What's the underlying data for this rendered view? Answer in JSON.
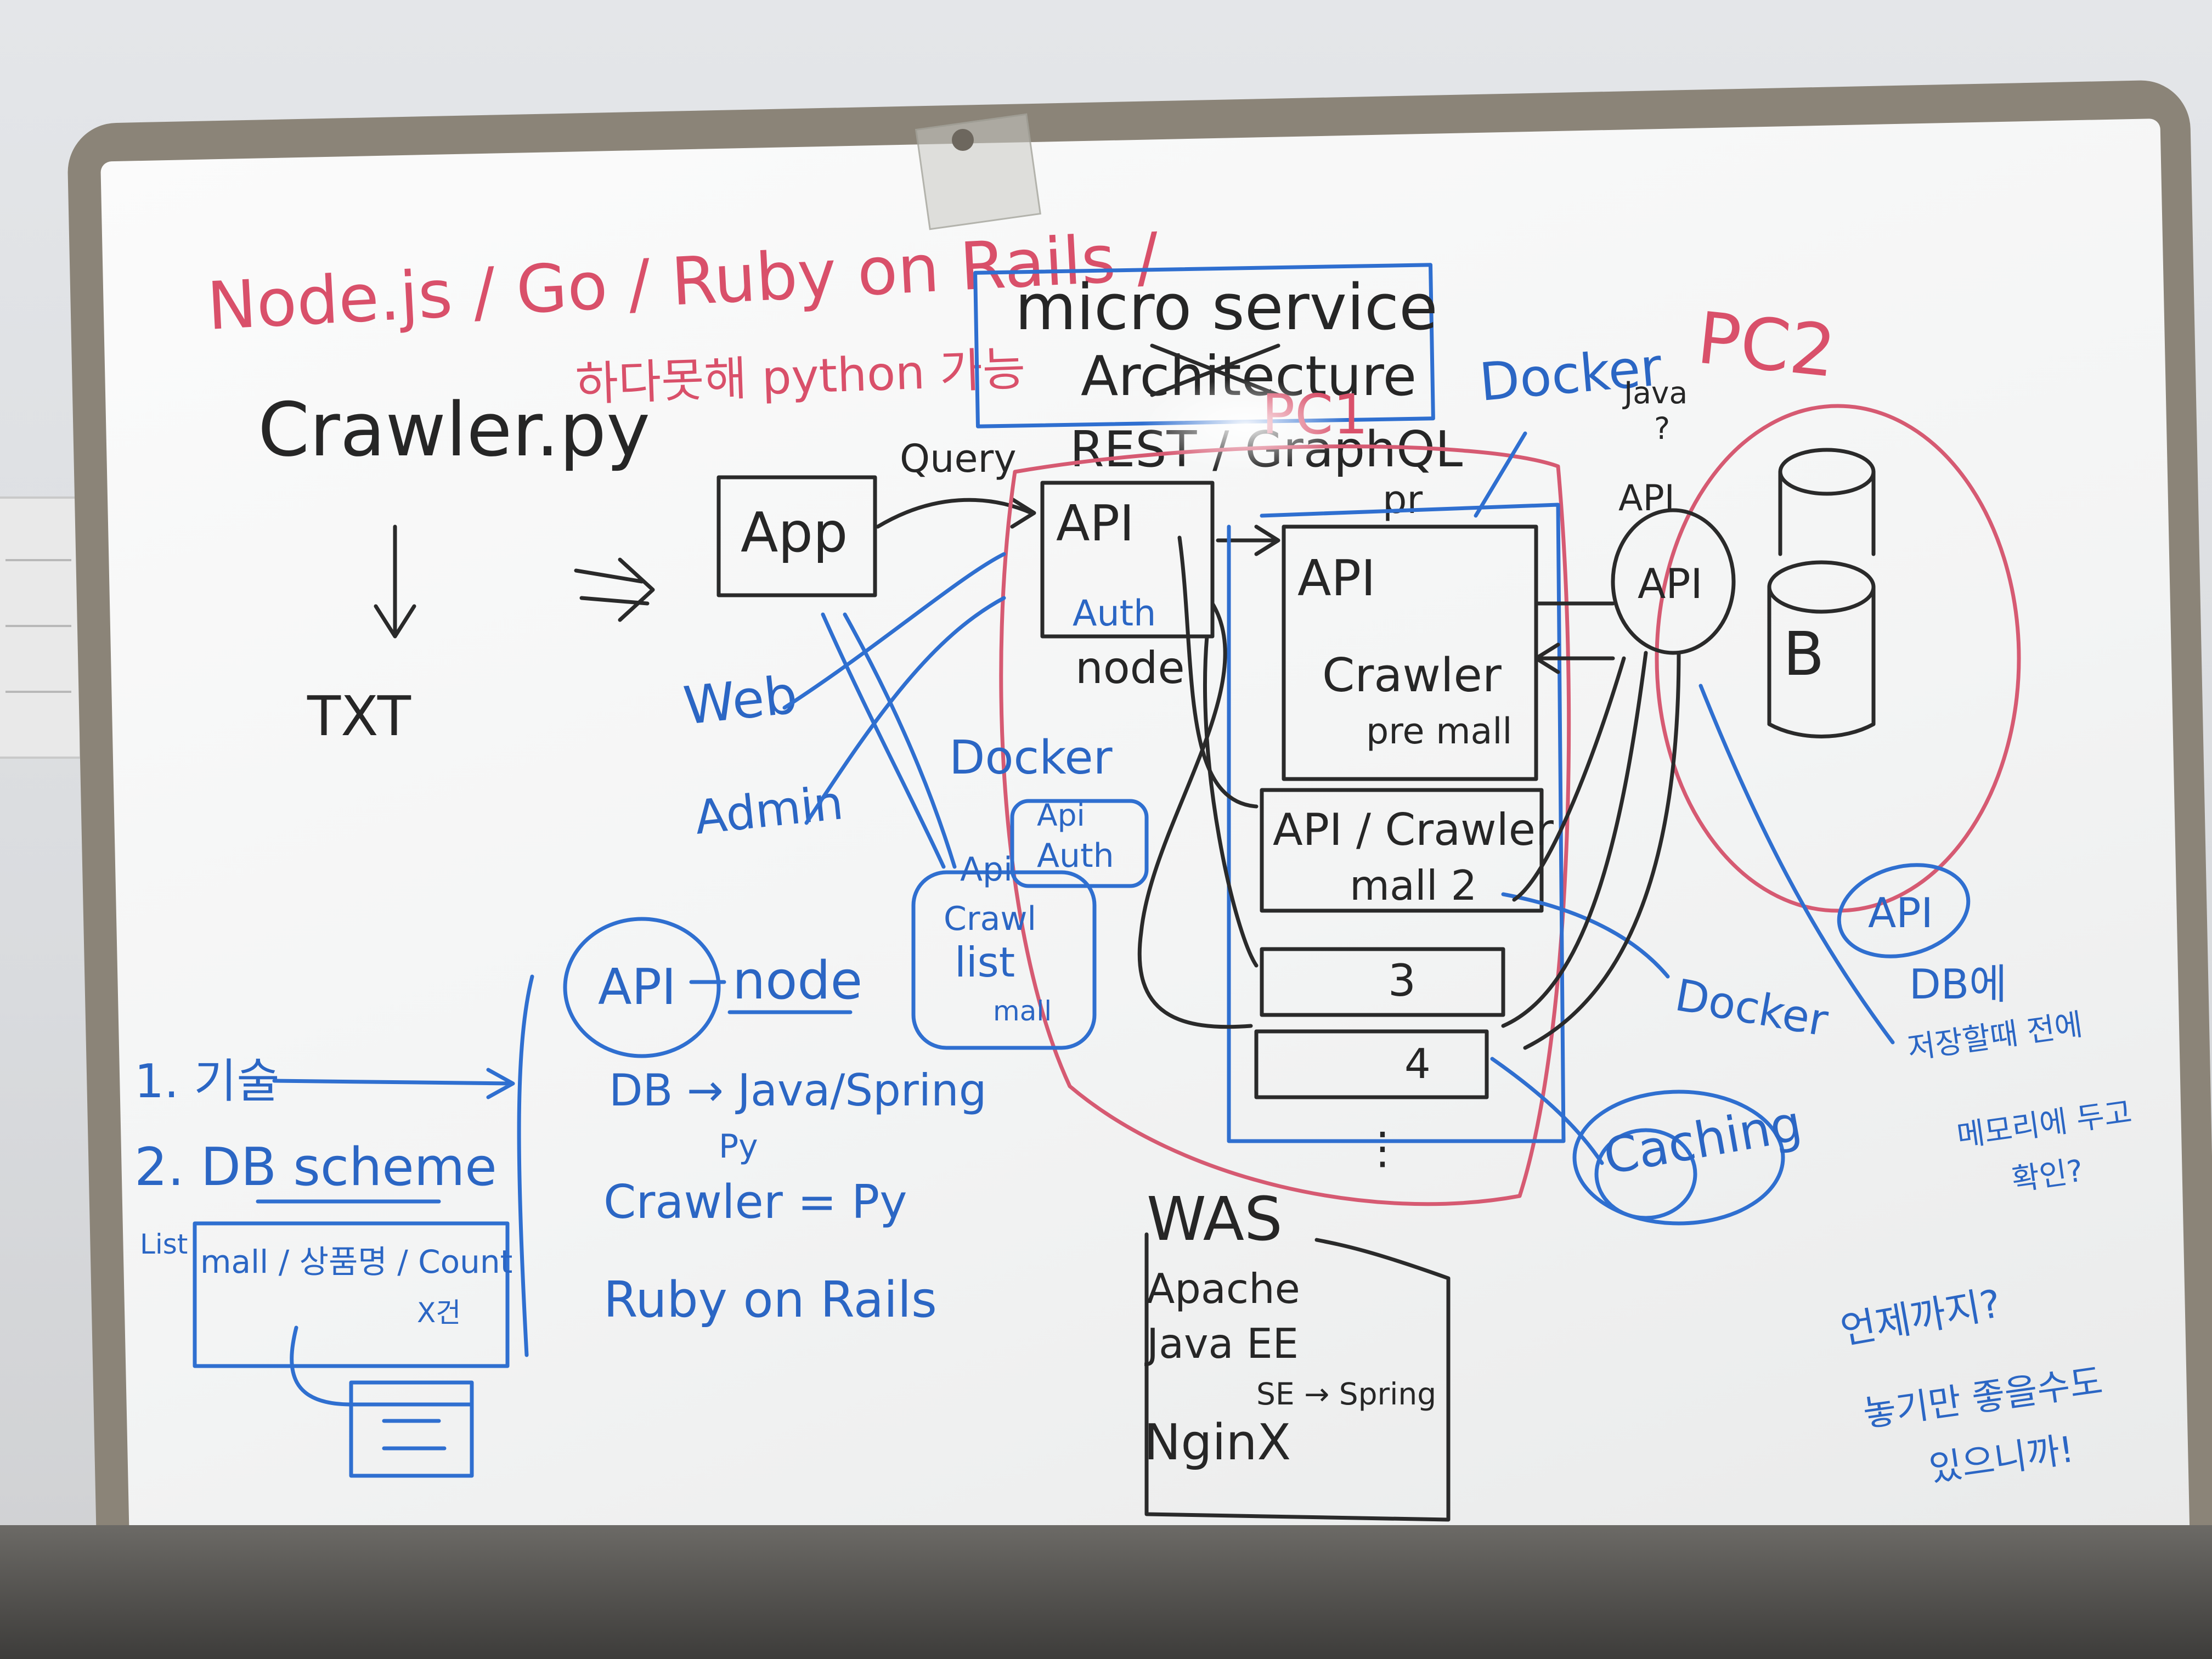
{
  "header": {
    "languages": "Node.js / Go / Ruby on Rails /",
    "python_note": "하다못해 python 가능",
    "title_line1": "micro service",
    "title_line2": "Architecture"
  },
  "left_flow": {
    "script": "Crawler.py",
    "output": "TXT"
  },
  "diagram": {
    "app": "App",
    "query": "Query",
    "rest": "REST / GraphQL",
    "pc1": "PC1",
    "pc2": "PC2",
    "api_main": "API",
    "auth": "Auth",
    "node": "node",
    "web": "Web",
    "admin": "Admin",
    "docker": "Docker",
    "api_auth_1": "Api",
    "api_auth_2": "Auth",
    "crawl_list_1": "Api",
    "crawl_list_2": "Crawl",
    "crawl_list_3": "list",
    "crawl_list_4": "mall",
    "pr": "pr",
    "crawler_api": "API",
    "crawler_label": "Crawler",
    "premall": "pre mall",
    "api_crawler": "API / Crawler",
    "mall2": "mall 2",
    "slot3": "3",
    "slot4": "4",
    "docker2": "Docker",
    "docker3": "Docker",
    "caching": "Caching",
    "pc2_api": "API",
    "db_b": "B",
    "java": "Java",
    "qmark": "?",
    "right_api": "API",
    "db_storage": "DB에",
    "storage_note": "저장할때 전에",
    "memory_note1": "메모리에 두고",
    "memory_note2": "확인?"
  },
  "bottom_left": {
    "item1": "1. 기술",
    "item2": "2. DB scheme",
    "list": "List",
    "scheme_cols": "mall / 상품명 / Count",
    "cols_tail": "X건",
    "row_hint": "",
    "api_node_api": "API",
    "api_node_node": "node",
    "db_java": "DB → Java/Spring",
    "py": "Py",
    "crawler_py": "Crawler = Py",
    "ruby": "Ruby on Rails"
  },
  "was_box": {
    "title": "WAS",
    "apache": "Apache",
    "java": "Java EE",
    "se_spring": "SE → Spring",
    "nginx": "NginX"
  },
  "bottom_right": {
    "note1": "언제까지?",
    "note2": "놓기만 좋을수도",
    "note3": "있으니까!"
  },
  "colors": {
    "black_marker": "#262626",
    "blue_marker": "#2b66c4",
    "red_marker": "#d9506a",
    "frame": "#8b8478"
  }
}
